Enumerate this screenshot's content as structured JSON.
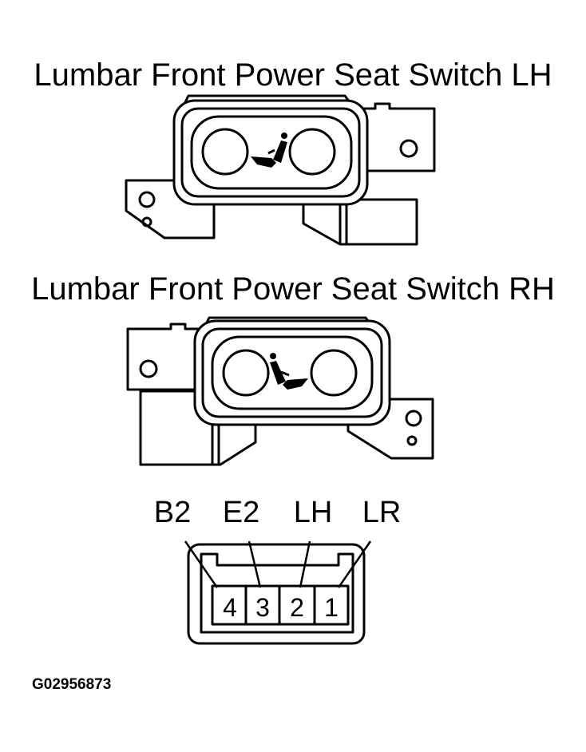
{
  "titles": {
    "lh": "Lumbar Front Power Seat Switch LH",
    "rh": "Lumbar Front Power Seat Switch RH"
  },
  "connector": {
    "terminal_labels": [
      "B2",
      "E2",
      "LH",
      "LR"
    ],
    "pin_numbers": [
      "4",
      "3",
      "2",
      "1"
    ]
  },
  "figure_ref": "G02956873"
}
